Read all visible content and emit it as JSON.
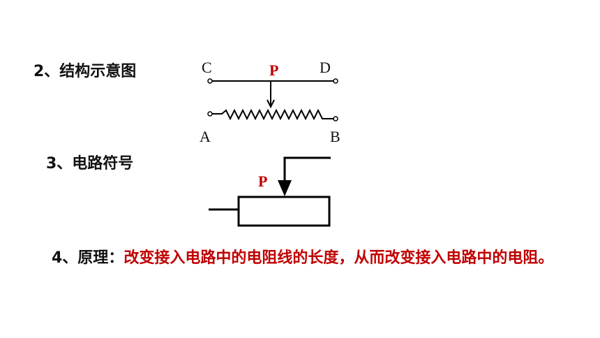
{
  "structure": {
    "heading": "2、结构示意图",
    "terminal_c": "C",
    "terminal_d": "D",
    "terminal_a": "A",
    "terminal_b": "B",
    "slider": "P"
  },
  "symbol": {
    "heading": "3、电路符号",
    "slider": "P"
  },
  "principle": {
    "label": "4、原理：",
    "text": "改变接入电路中的电阻线的长度，从而改变接入电路中的电阻。"
  },
  "colors": {
    "text": "#111111",
    "highlight": "#c00000",
    "line": "#000000"
  }
}
